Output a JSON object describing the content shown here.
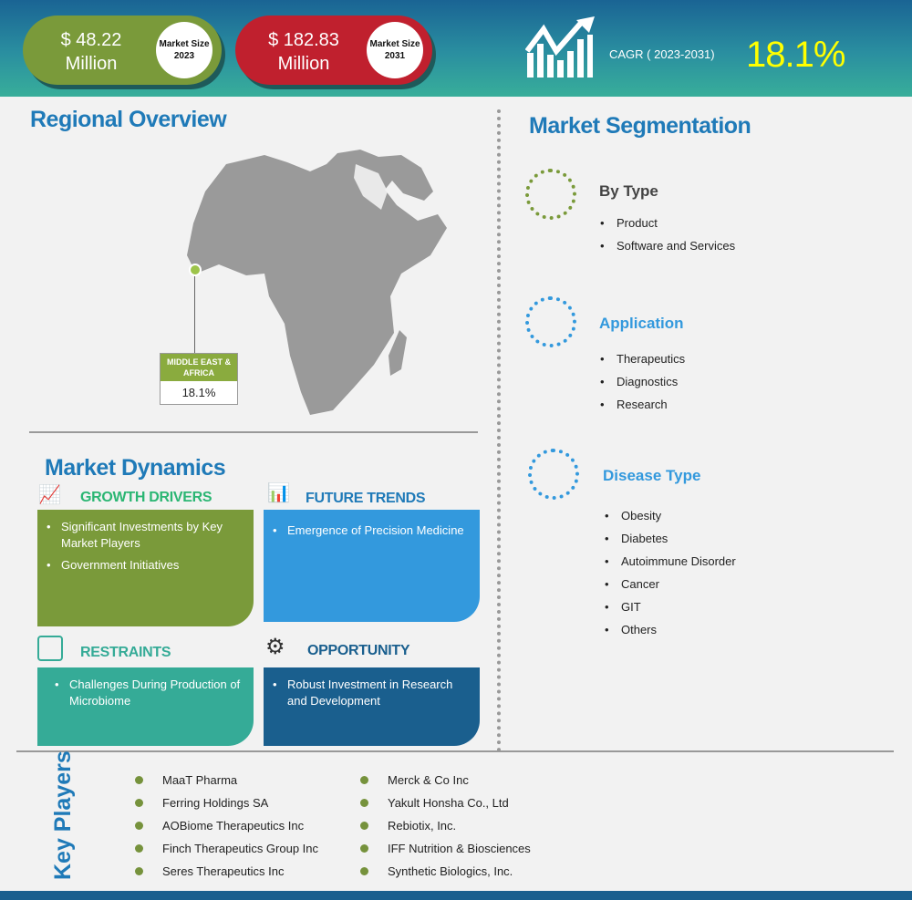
{
  "header": {
    "market_2023_value": "$ 48.22",
    "market_2023_unit": "Million",
    "market_2023_label": "Market Size 2023",
    "market_2031_value": "$ 182.83",
    "market_2031_unit": "Million",
    "market_2031_label": "Market Size 2031",
    "cagr_label": "CAGR ( 2023-2031)",
    "cagr_value": "18.1%"
  },
  "regional": {
    "title": "Regional Overview",
    "region_name": "MIDDLE EAST & AFRICA",
    "region_cagr": "18.1%"
  },
  "segmentation": {
    "title": "Market Segmentation",
    "groups": [
      {
        "title": "By Type",
        "items": [
          "Product",
          "Software and Services"
        ]
      },
      {
        "title": "Application",
        "items": [
          "Therapeutics",
          "Diagnostics",
          "Research"
        ]
      },
      {
        "title": "Disease Type",
        "items": [
          "Obesity",
          "Diabetes",
          "Autoimmune Disorder",
          "Cancer",
          "GIT",
          "Others"
        ]
      }
    ]
  },
  "dynamics": {
    "title": "Market Dynamics",
    "growth_drivers": {
      "title": "GROWTH DRIVERS",
      "items": [
        "Significant Investments by Key Market Players",
        "Government Initiatives"
      ]
    },
    "future_trends": {
      "title": "FUTURE TRENDS",
      "items": [
        "Emergence of Precision Medicine"
      ]
    },
    "restraints": {
      "title": "RESTRAINTS",
      "items": [
        "Challenges During Production of Microbiome"
      ]
    },
    "opportunity": {
      "title": "OPPORTUNITY",
      "items": [
        "Robust Investment in Research and Development"
      ]
    }
  },
  "key_players": {
    "title": "Key Players",
    "col1": [
      "MaaT Pharma",
      "Ferring Holdings SA",
      "AOBiome Therapeutics Inc",
      "Finch Therapeutics Group Inc",
      "Seres Therapeutics Inc"
    ],
    "col2": [
      "Merck & Co Inc",
      "Yakult Honsha Co., Ltd",
      "Rebiotix, Inc.",
      "IFF Nutrition & Biosciences",
      "Synthetic Biologics, Inc."
    ]
  },
  "colors": {
    "green": "#7a9a3a",
    "red": "#c0202e",
    "blue": "#1f7ab8",
    "teal": "#35ab97",
    "navy": "#1a5f8e",
    "lightblue": "#3399dd",
    "yellow": "#ffff00"
  }
}
